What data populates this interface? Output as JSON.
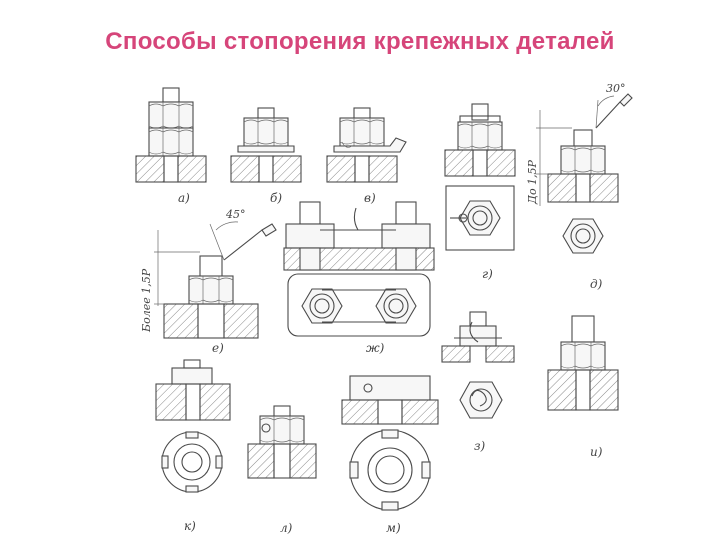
{
  "title": "Способы стопорения крепежных деталей",
  "labels": {
    "a": "а)",
    "b": "б)",
    "v": "в)",
    "g": "г)",
    "d": "д)",
    "e": "е)",
    "zh": "ж)",
    "z": "з)",
    "i": "и)",
    "k": "к)",
    "l": "л)",
    "m": "м)"
  },
  "dimensions": {
    "angle_30": "30°",
    "angle_45": "45°",
    "up_to": "До 1,5P",
    "more_than": "Более 1,5P"
  }
}
